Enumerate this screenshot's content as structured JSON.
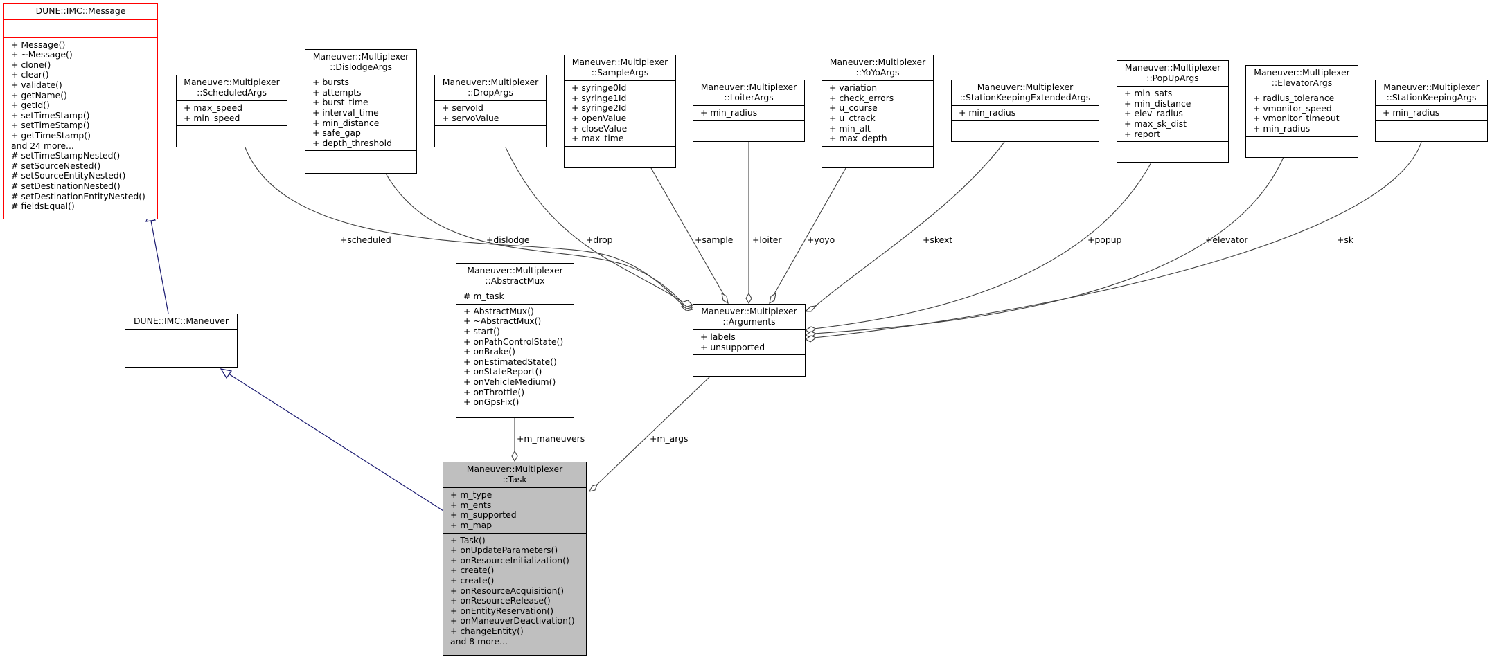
{
  "classes": {
    "message": {
      "title": [
        "DUNE::IMC::Message"
      ],
      "attributes": [],
      "operations": [
        "+ Message()",
        "+ ~Message()",
        "+ clone()",
        "+ clear()",
        "+ validate()",
        "+ getName()",
        "+ getId()",
        "+ setTimeStamp()",
        "+ setTimeStamp()",
        "+ getTimeStamp()",
        "and 24 more...",
        "# setTimeStampNested()",
        "# setSourceNested()",
        "# setSourceEntityNested()",
        "# setDestinationNested()",
        "# setDestinationEntityNested()",
        "# fieldsEqual()"
      ]
    },
    "maneuver": {
      "title": [
        "DUNE::IMC::Maneuver"
      ],
      "attributes": [],
      "operations": []
    },
    "scheduled_args": {
      "title": [
        "Maneuver::Multiplexer",
        "::ScheduledArgs"
      ],
      "attributes": [
        "+ max_speed",
        "+ min_speed"
      ],
      "operations": []
    },
    "dislodge_args": {
      "title": [
        "Maneuver::Multiplexer",
        "::DislodgeArgs"
      ],
      "attributes": [
        "+ bursts",
        "+ attempts",
        "+ burst_time",
        "+ interval_time",
        "+ min_distance",
        "+ safe_gap",
        "+ depth_threshold"
      ],
      "operations": []
    },
    "drop_args": {
      "title": [
        "Maneuver::Multiplexer",
        "::DropArgs"
      ],
      "attributes": [
        "+ servoId",
        "+ servoValue"
      ],
      "operations": []
    },
    "sample_args": {
      "title": [
        "Maneuver::Multiplexer",
        "::SampleArgs"
      ],
      "attributes": [
        "+ syringe0Id",
        "+ syringe1Id",
        "+ syringe2Id",
        "+ openValue",
        "+ closeValue",
        "+ max_time"
      ],
      "operations": []
    },
    "loiter_args": {
      "title": [
        "Maneuver::Multiplexer",
        "::LoiterArgs"
      ],
      "attributes": [
        "+ min_radius"
      ],
      "operations": []
    },
    "yoyo_args": {
      "title": [
        "Maneuver::Multiplexer",
        "::YoYoArgs"
      ],
      "attributes": [
        "+ variation",
        "+ check_errors",
        "+ u_course",
        "+ u_ctrack",
        "+ min_alt",
        "+ max_depth"
      ],
      "operations": []
    },
    "skext_args": {
      "title": [
        "Maneuver::Multiplexer",
        "::StationKeepingExtendedArgs"
      ],
      "attributes": [
        "+ min_radius"
      ],
      "operations": []
    },
    "popup_args": {
      "title": [
        "Maneuver::Multiplexer",
        "::PopUpArgs"
      ],
      "attributes": [
        "+ min_sats",
        "+ min_distance",
        "+ elev_radius",
        "+ max_sk_dist",
        "+ report"
      ],
      "operations": []
    },
    "elevator_args": {
      "title": [
        "Maneuver::Multiplexer",
        "::ElevatorArgs"
      ],
      "attributes": [
        "+ radius_tolerance",
        "+ vmonitor_speed",
        "+ vmonitor_timeout",
        "+ min_radius"
      ],
      "operations": []
    },
    "sk_args": {
      "title": [
        "Maneuver::Multiplexer",
        "::StationKeepingArgs"
      ],
      "attributes": [
        "+ min_radius"
      ],
      "operations": []
    },
    "abstract_mux": {
      "title": [
        "Maneuver::Multiplexer",
        "::AbstractMux"
      ],
      "attributes": [
        "# m_task"
      ],
      "operations": [
        "+ AbstractMux()",
        "+ ~AbstractMux()",
        "+ start()",
        "+ onPathControlState()",
        "+ onBrake()",
        "+ onEstimatedState()",
        "+ onStateReport()",
        "+ onVehicleMedium()",
        "+ onThrottle()",
        "+ onGpsFix()"
      ]
    },
    "arguments": {
      "title": [
        "Maneuver::Multiplexer",
        "::Arguments"
      ],
      "attributes": [
        "+ labels",
        "+ unsupported"
      ],
      "operations": []
    },
    "task": {
      "title": [
        "Maneuver::Multiplexer",
        "::Task"
      ],
      "attributes": [
        "+ m_type",
        "+ m_ents",
        "+ m_supported",
        "+ m_map"
      ],
      "operations": [
        "+ Task()",
        "+ onUpdateParameters()",
        "+ onResourceInitialization()",
        "+ create()",
        "+ create()",
        "+ onResourceAcquisition()",
        "+ onResourceRelease()",
        "+ onEntityReservation()",
        "+ onManeuverDeactivation()",
        "+ changeEntity()",
        "and 8 more..."
      ]
    }
  },
  "edge_labels": {
    "scheduled": "+scheduled",
    "dislodge": "+dislodge",
    "drop": "+drop",
    "sample": "+sample",
    "loiter": "+loiter",
    "yoyo": "+yoyo",
    "skext": "+skext",
    "popup": "+popup",
    "elevator": "+elevator",
    "sk": "+sk",
    "m_maneuvers": "+m_maneuvers",
    "m_args": "+m_args"
  },
  "colors": {
    "inheritance_edge": "#191970",
    "association_edge": "#404040",
    "highlight_class_fill": "#bfbfbf",
    "external_class_border": "#ff0000"
  }
}
